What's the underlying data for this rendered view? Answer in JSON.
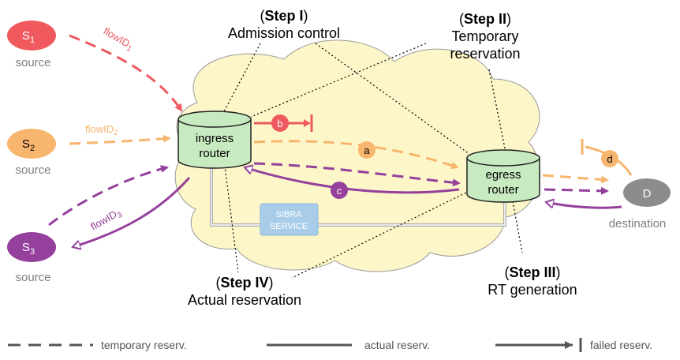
{
  "steps": {
    "step1": {
      "label": "Step I",
      "desc": "Admission control"
    },
    "step2": {
      "label": "Step II",
      "desc1": "Temporary",
      "desc2": "reservation"
    },
    "step3": {
      "label": "Step III",
      "desc": "RT generation"
    },
    "step4": {
      "label": "Step IV",
      "desc": "Actual reservation"
    }
  },
  "nodes": {
    "s1": {
      "label": "S",
      "sub": "1",
      "caption": "source",
      "color": "#f05a5f"
    },
    "s2": {
      "label": "S",
      "sub": "2",
      "caption": "source",
      "color": "#f7b56e"
    },
    "s3": {
      "label": "S",
      "sub": "3",
      "caption": "source",
      "color": "#94409c"
    },
    "d": {
      "label": "D",
      "caption": "destination",
      "color": "#8c8c8c"
    },
    "ingress": {
      "line1": "ingress",
      "line2": "router"
    },
    "egress": {
      "line1": "egress",
      "line2": "router"
    },
    "sibra": {
      "line1": "SIBRA",
      "line2": "SERVICE"
    }
  },
  "flows": {
    "f1": {
      "label": "flowID",
      "sub": "1"
    },
    "f2": {
      "label": "flowID",
      "sub": "2"
    },
    "f3": {
      "label": "flowID",
      "sub": "3"
    }
  },
  "markers": {
    "a": "a",
    "b": "b",
    "c": "c",
    "d": "d"
  },
  "legend": {
    "temporary": "temporary reserv.",
    "actual": "actual reserv.",
    "failed": "failed reserv."
  },
  "colors": {
    "red": "#ee5a5f",
    "orange": "#f7b56e",
    "purple": "#94409c",
    "router_fill": "#c8eac0",
    "cloud_fill": "#fcf6c8",
    "sibra_fill": "#a9cde9"
  }
}
